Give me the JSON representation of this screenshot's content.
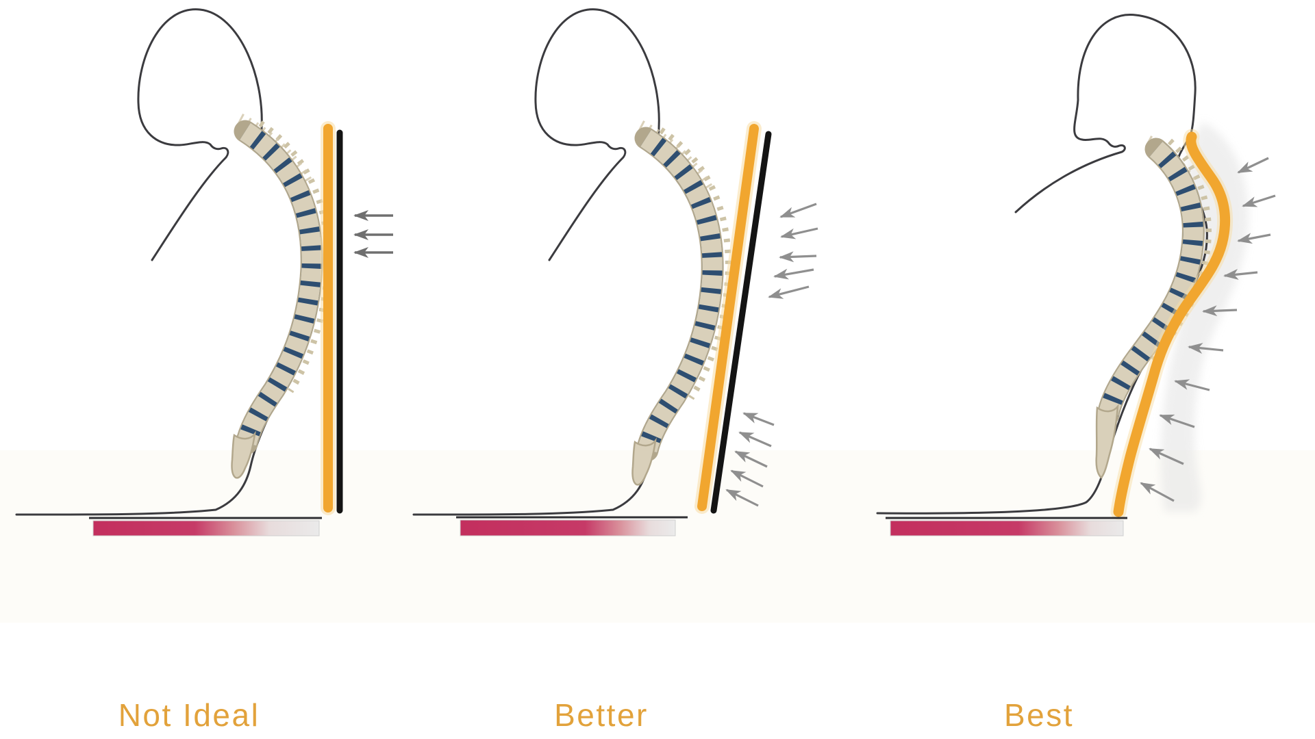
{
  "panels": [
    {
      "label": "Not Ideal"
    },
    {
      "label": "Better"
    },
    {
      "label": "Best"
    }
  ],
  "colors": {
    "label_gold": "#E2A23B",
    "backrest_yellow": "#F1A62F",
    "backrest_yellow_glow": "#F8DDA6",
    "backrest_black": "#141414",
    "arrow_gray_dark": "#6F6F6F",
    "arrow_gray": "#8F8F8F",
    "body_outline": "#3B3B3F",
    "bone": "#D9D0BA",
    "bone_edge": "#B2A78C",
    "disc_blue": "#2E4E71",
    "seat_crimson": "#C42F5E",
    "seat_fade_gray": "#EBEBEB"
  }
}
